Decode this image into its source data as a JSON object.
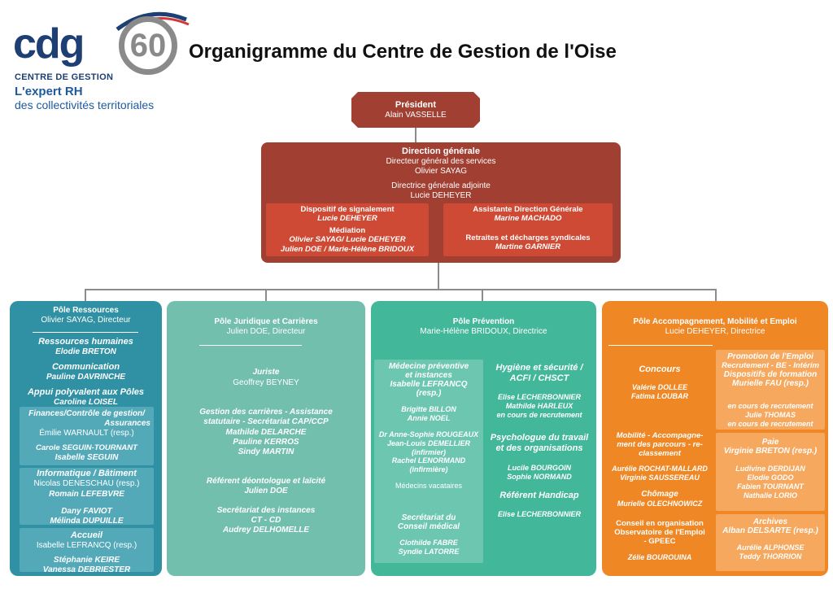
{
  "logo": {
    "cdg": "cdg",
    "num": "60",
    "subtitle": "CENTRE DE GESTION",
    "tag1": "L'expert RH",
    "tag2": "des collectivités territoriales"
  },
  "title": "Organigramme du Centre de Gestion de l'Oise",
  "president": {
    "title": "Président",
    "name": "Alain VASSELLE"
  },
  "dg": {
    "title": "Direction générale",
    "l1": "Directeur général des services",
    "l2": "Olivier SAYAG",
    "l3": "Directrice générale adjointe",
    "l4": "Lucie DEHEYER",
    "left": {
      "a": "Dispositif de signalement",
      "b": "Lucie DEHEYER",
      "c": "Médiation",
      "d": "Olivier SAYAG/ Lucie DEHEYER",
      "e": "Julien DOE / Marie-Hélène BRIDOUX"
    },
    "right": {
      "a": "Assistante Direction Générale",
      "b": "Marine MACHADO",
      "c": "Retraites et décharges syndicales",
      "d": "Martine GARNIER"
    }
  },
  "p1": {
    "title": "Pôle Ressources",
    "dir": "Olivier SAYAG, Directeur",
    "rh": "Ressources humaines",
    "rh_n": "Elodie BRETON",
    "com": "Communication",
    "com_n": "Pauline DAVRINCHE",
    "app": "Appui polyvalent aux Pôles",
    "app_n": "Caroline LOISEL",
    "fin1": "Finances/Contrôle de gestion/",
    "fin2": "Assurances",
    "fin_r": "Émilie WARNAULT (resp.)",
    "fin_n1": "Carole SEGUIN-TOURNANT",
    "fin_n2": "Isabelle SEGUIN",
    "inf": "Informatique / Bâtiment",
    "inf_r": "Nicolas DENESCHAU (resp.)",
    "inf_n1": "Romain LEFEBVRE",
    "inf_n2": "Dany FAVIOT",
    "inf_n3": "Mélinda DUPUILLE",
    "acc": "Accueil",
    "acc_r": "Isabelle LEFRANCQ (resp.)",
    "acc_n1": "Stéphanie KEIRE",
    "acc_n2": "Vanessa DEBRIESTER"
  },
  "p2": {
    "title": "Pôle Juridique et Carrières",
    "dir": "Julien DOE, Directeur",
    "jur": "Juriste",
    "jur_n": "Geoffrey BEYNEY",
    "g1": "Gestion des carrières - Assistance",
    "g2": "statutaire - Secrétariat CAP/CCP",
    "g_n1": "Mathilde DELARCHE",
    "g_n2": "Pauline KERROS",
    "g_n3": "Sindy MARTIN",
    "ref": "Référent déontologue et laïcité",
    "ref_n": "Julien DOE",
    "sec": "Secrétariat des instances",
    "sec2": "CT - CD",
    "sec_n": "Audrey DELHOMELLE"
  },
  "p3": {
    "title": "Pôle Prévention",
    "dir": "Marie-Hélène BRIDOUX, Directrice",
    "med1": "Médecine préventive",
    "med2": "et instances",
    "med3": "Isabelle LEFRANCQ",
    "med4": "(resp.)",
    "m1": "Brigitte BILLON",
    "m2": "Annie NOEL",
    "m3": "Dr Anne-Sophie ROUGEAUX",
    "m4": "Jean-Louis DEMELLIER (infirmier)",
    "m5": "Rachel LENORMAND (infirmière)",
    "m6": "Médecins vacataires",
    "smed1": "Secrétariat du",
    "smed2": "Conseil médical",
    "sm1": "Clothilde FABRE",
    "sm2": "Syndie LATORRE",
    "hyg1": "Hygiène et sécurité /",
    "hyg2": "ACFI / CHSCT",
    "h1": "Elise LECHERBONNIER",
    "h2": "Mathilde HARLEUX",
    "h3": "en cours de recrutement",
    "psy1": "Psychologue du travail",
    "psy2": "et des organisations",
    "ps1": "Lucile BOURGOIN",
    "ps2": "Sophie NORMAND",
    "han": "Référent Handicap",
    "han_n": "Elise LECHERBONNIER"
  },
  "p4": {
    "title": "Pôle Accompagnement, Mobilité et Emploi",
    "dir": "Lucie DEHEYER, Directrice",
    "con": "Concours",
    "con1": "Valérie DOLLEE",
    "con2": "Fatima LOUBAR",
    "pro1": "Promotion de l'Emploi",
    "pro2": "Recrutement - BE - Intérim",
    "pro3": "Dispositifs de formation",
    "pro4": "Murielle FAU (resp.)",
    "pro5": "en cours de recrutement",
    "pro6": "Julie THOMAS",
    "pro7": "en cours de recrutement",
    "mob1": "Mobilité - Accompagne-",
    "mob2": "ment des parcours - re-",
    "mob3": "classement",
    "mob_n1": "Aurélie ROCHAT-MALLARD",
    "mob_n2": "Virginie SAUSSEREAU",
    "cho": "Chômage",
    "cho_n": "Murielle OLECHNOWICZ",
    "paie": "Paie",
    "paie_r": "Virginie BRETON (resp.)",
    "paie_n1": "Ludivine DERDIJAN",
    "paie_n2": "Elodie GODO",
    "paie_n3": "Fabien TOURNANT",
    "paie_n4": "Nathalie LORIO",
    "cons1": "Conseil en organisation",
    "cons2": "Observatoire de l'Emploi",
    "cons3": "- GPEEC",
    "cons_n": "Zélie BOUROUINA",
    "arc": "Archives",
    "arc_r": "Alban DELSARTE (resp.)",
    "arc_n1": "Aurélie ALPHONSE",
    "arc_n2": "Teddy THORRION"
  },
  "colors": {
    "president": "#a13f32",
    "dg_sub": "#cf4a35",
    "ressources": "#2f91a3",
    "juridique": "#72bfae",
    "prevention": "#43b79a",
    "accompagnement": "#ef8724"
  }
}
